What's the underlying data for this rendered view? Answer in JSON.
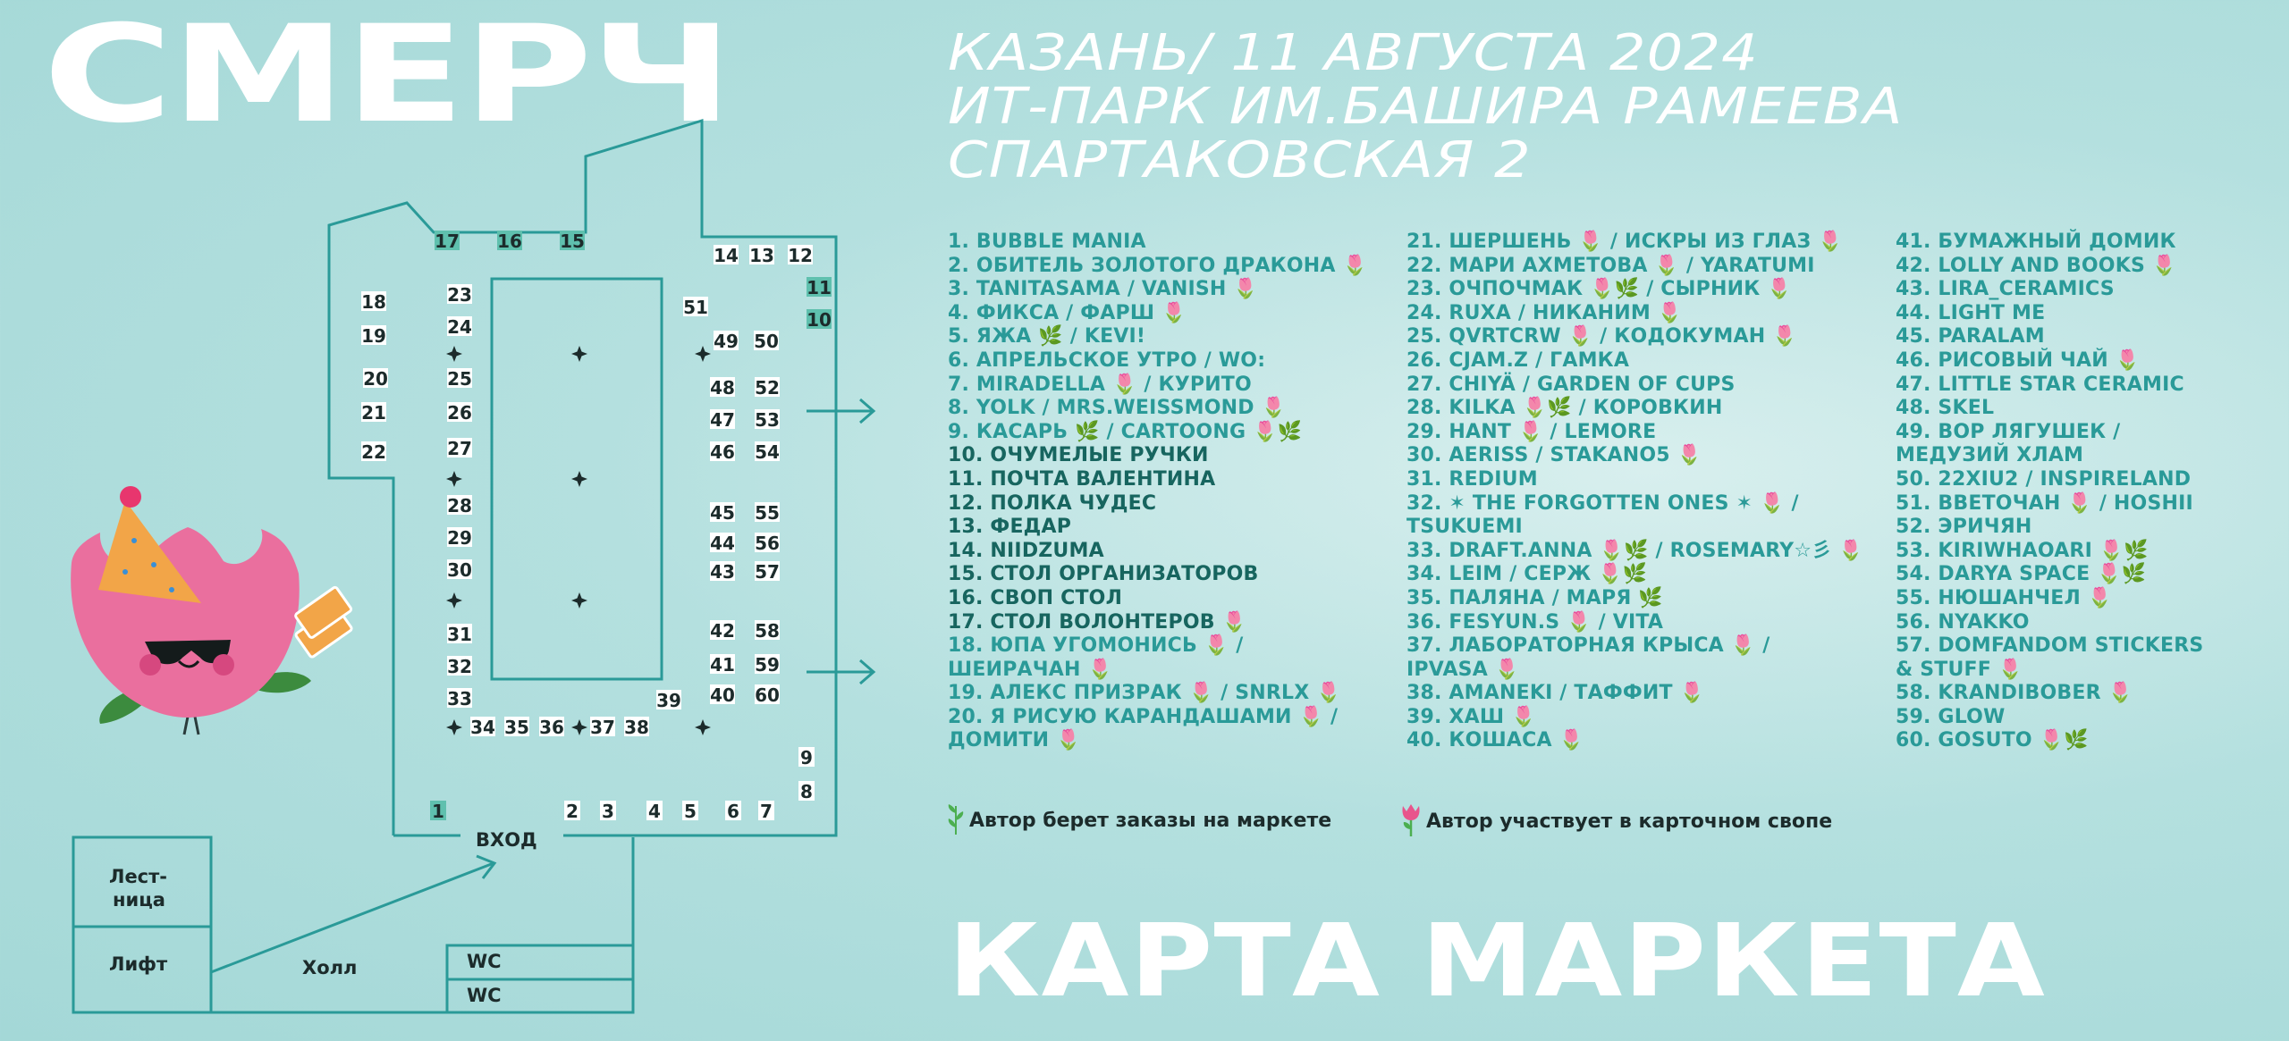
{
  "brand": "СМЕРЧ",
  "event": {
    "line1": "КАЗАНЬ/ 11 АВГУСТА 2024",
    "line2": "ИТ-ПАРК ИМ.БАШИРА РАМЕЕВА",
    "line3": "СПАРТАКОВСКАЯ 2"
  },
  "big_title": "КАРТА МАРКЕТА",
  "map": {
    "entrance": "ВХОД",
    "stairs": [
      "Лест-",
      "ница"
    ],
    "elevator": "Лифт",
    "hall": "Холл",
    "wc1": "WC",
    "wc2": "WC",
    "tables": [
      "1",
      "2",
      "3",
      "4",
      "5",
      "6",
      "7",
      "8",
      "9",
      "10",
      "11",
      "12",
      "13",
      "14",
      "15",
      "16",
      "17",
      "18",
      "19",
      "20",
      "21",
      "22",
      "23",
      "24",
      "25",
      "26",
      "27",
      "28",
      "29",
      "30",
      "31",
      "32",
      "33",
      "34",
      "35",
      "36",
      "37",
      "38",
      "39",
      "40",
      "41",
      "42",
      "43",
      "44",
      "45",
      "46",
      "47",
      "48",
      "49",
      "50",
      "51",
      "52",
      "53",
      "54",
      "55",
      "56",
      "57",
      "58",
      "59",
      "60"
    ]
  },
  "participants": {
    "col1": [
      "1. BUBBLE MANIA",
      "2. ОБИТЕЛЬ ЗОЛОТОГО ДРАКОНА 🌷",
      "3. TANITASAMA / VANISH 🌷",
      "4. ФИКСА / ФАРШ 🌷",
      "5. ЯЖА 🌿 / KEVI!",
      "6. АПРЕЛЬСКОЕ УТРО / WO:",
      "7. MIRADELLA 🌷 / КУРИТО",
      "8. YOLK / MRS.WEISSMOND 🌷",
      "9. КАСАРЬ 🌿 / CARTOONG 🌷🌿",
      "10. ОЧУМЕЛЫЕ РУЧКИ",
      "11. ПОЧТА ВАЛЕНТИНА",
      "12. ПОЛКА ЧУДЕС",
      "13. ФЕДАР",
      "14. NIIDZUMA",
      "15. СТОЛ ОРГАНИЗАТОРОВ",
      "16. СВОП СТОЛ",
      "17. СТОЛ ВОЛОНТЕРОВ 🌷",
      "18. ЮПА УГОМОНИСЬ 🌷 /",
      "ШЕИРАЧАН 🌷",
      "19. АЛЕКС ПРИЗРАК 🌷 / SNRLX 🌷",
      "20. Я РИСУЮ КАРАНДАШАМИ 🌷 /",
      "ДОМИТИ 🌷"
    ],
    "col2": [
      "21. ШЕРШЕНЬ 🌷 / ИСКРЫ ИЗ ГЛАЗ 🌷",
      "22. МАРИ АХМЕТОВА 🌷 / YARATUMI",
      "23. ОЧПОЧМАК 🌷🌿 / СЫРНИК 🌷",
      "24. RUXA / НИКАНИМ 🌷",
      "25. QVRTCRW 🌷 / КОДОКУМАН 🌷",
      "26. CJAM.Z / ГАМКА",
      "27. CHIYÄ / GARDEN OF CUPS",
      "28. KILKA 🌷🌿 / КОРОВКИН",
      "29. HANT 🌷 / LEMORE",
      "30. AERISS / STAKANO5 🌷",
      "31. REDIUM",
      "32. ✶ THE FORGOTTEN ONES ✶ 🌷 /",
      "TSUKUEMI",
      "33. DRAFT.ANNA 🌷🌿 / ROSEMARY☆彡 🌷",
      "34. LEIM / СЕРЖ 🌷🌿",
      "35. ПАЛЯНА / МАРЯ 🌿",
      "36. FESYUN.S 🌷 / VITA",
      "37. ЛАБОРАТОРНАЯ КРЫСА 🌷 /",
      "IPVASA 🌷",
      "38. AMANEKI / ТАФФИТ 🌷",
      "39. ХАШ 🌷",
      "40. КОШАСА 🌷"
    ],
    "col3": [
      "41. БУМАЖНЫЙ ДОМИК",
      "42. LOLLY AND BOOKS 🌷",
      "43. LIRA_CERAMICS",
      "44. LIGHT ME",
      "45. PARALAM",
      "46. РИСОВЫЙ ЧАЙ 🌷",
      "47. LITTLE STAR CERAMIC",
      "48. SKEL",
      "49. ВОР ЛЯГУШЕК /",
      "МЕДУЗИЙ ХЛАМ",
      "50. 22XIU2 / INSPIRELAND",
      "51. ВВЕТОЧАН 🌷 / HOSHII",
      "52. ЭРИЧЯН",
      "53. KIRIWHAOARI 🌷🌿",
      "54. DARYA SPACE 🌷🌿",
      "55. НЮШАНЧЕЛ 🌷",
      "56. NYAKKO",
      "57. DOMFANDOM STICKERS",
      "& STUFF 🌷",
      "58. KRANDIBOBER 🌷",
      "59. GLOW",
      "60. GOSUTO 🌷🌿"
    ]
  },
  "legend": {
    "orders": "Автор берет заказы на маркете",
    "swap": "Автор участвует в карточном свопе"
  },
  "colors": {
    "teal": "#2a9a98",
    "line": "#2a9a98",
    "pink": "#ea6f9e",
    "white": "#ffffff"
  },
  "icons": {
    "orders": "sprig-icon",
    "swap": "tulip-icon"
  }
}
